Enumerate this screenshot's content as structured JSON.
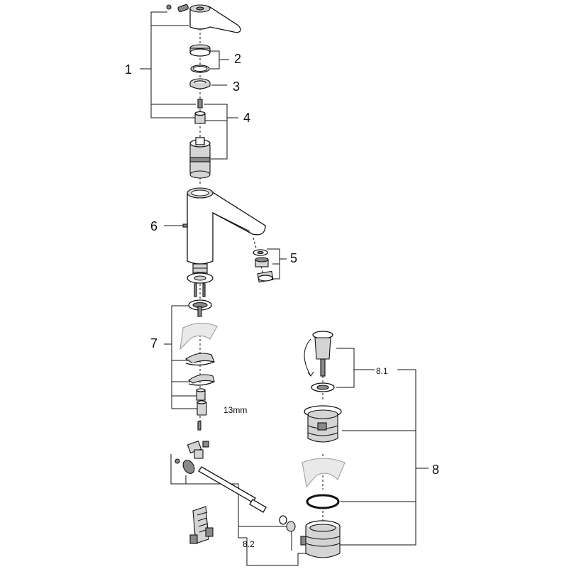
{
  "labels": {
    "l1": "1",
    "l2": "2",
    "l3": "3",
    "l4": "4",
    "l5": "5",
    "l6": "6",
    "l7": "7",
    "l8": "8",
    "l8_1": "8.1",
    "l8_2": "8.2",
    "l13mm": "13mm"
  }
}
